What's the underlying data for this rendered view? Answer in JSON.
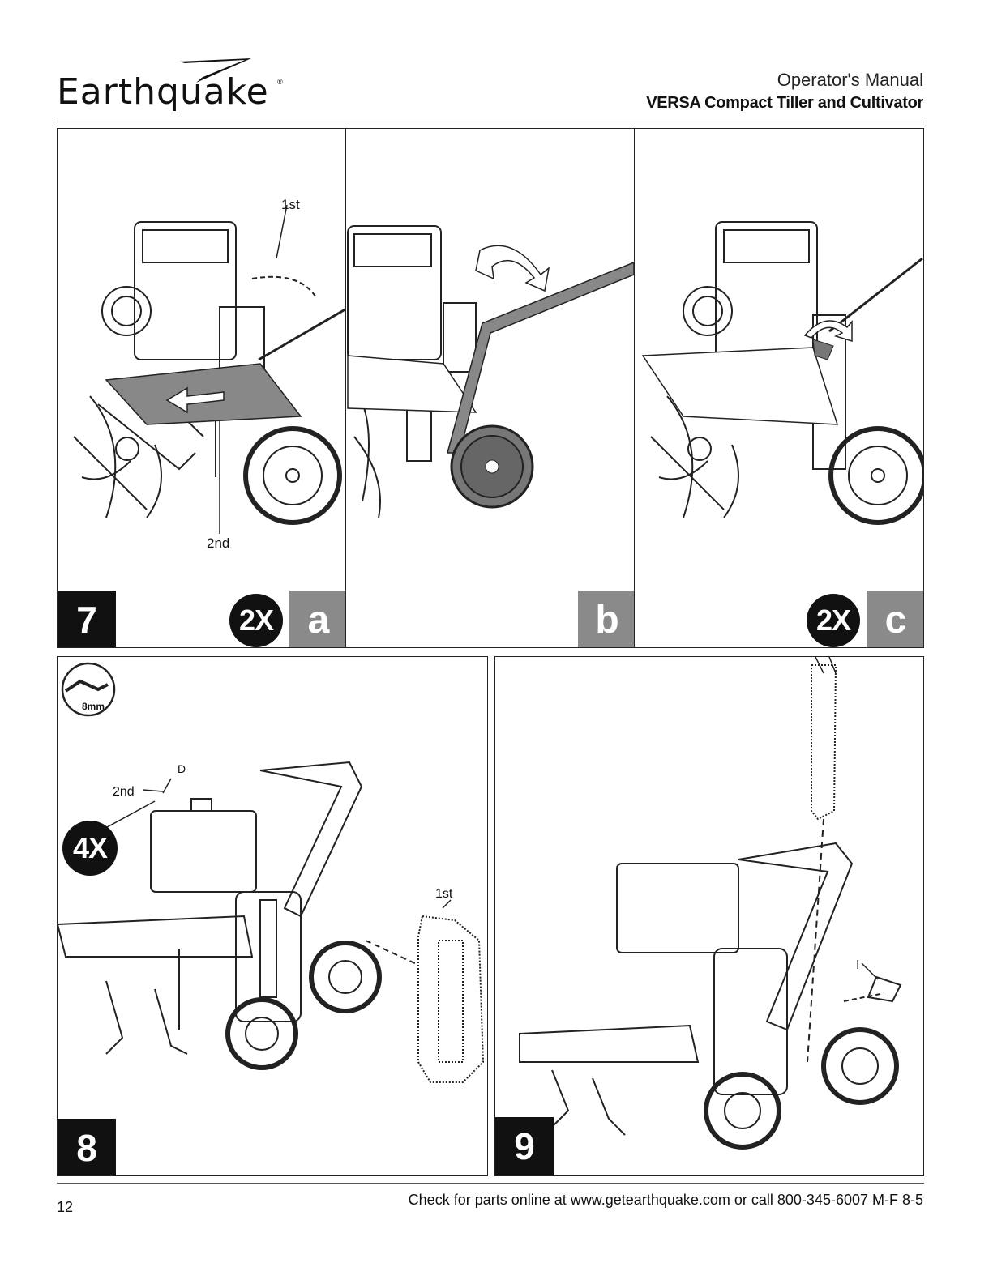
{
  "header": {
    "brand": "Earthquake",
    "brand_mark": "®",
    "subtitle": "Operator's Manual",
    "title": "VERSA Compact Tiller and Cultivator"
  },
  "step7": {
    "number": "7",
    "panel_a": {
      "letter": "a",
      "badge": "2X",
      "label_first": "1st",
      "label_second": "2nd"
    },
    "panel_b": {
      "letter": "b"
    },
    "panel_c": {
      "letter": "c",
      "badge": "2X"
    }
  },
  "step8": {
    "number": "8",
    "badge": "4X",
    "wrench_size": "8mm",
    "label_d": "D",
    "label_second": "2nd",
    "label_first": "1st"
  },
  "step9": {
    "number": "9",
    "label_i": "I"
  },
  "footer": {
    "page_number": "12",
    "text": "Check for parts online at www.getearthquake.com or call 800-345-6007 M-F 8-5"
  }
}
